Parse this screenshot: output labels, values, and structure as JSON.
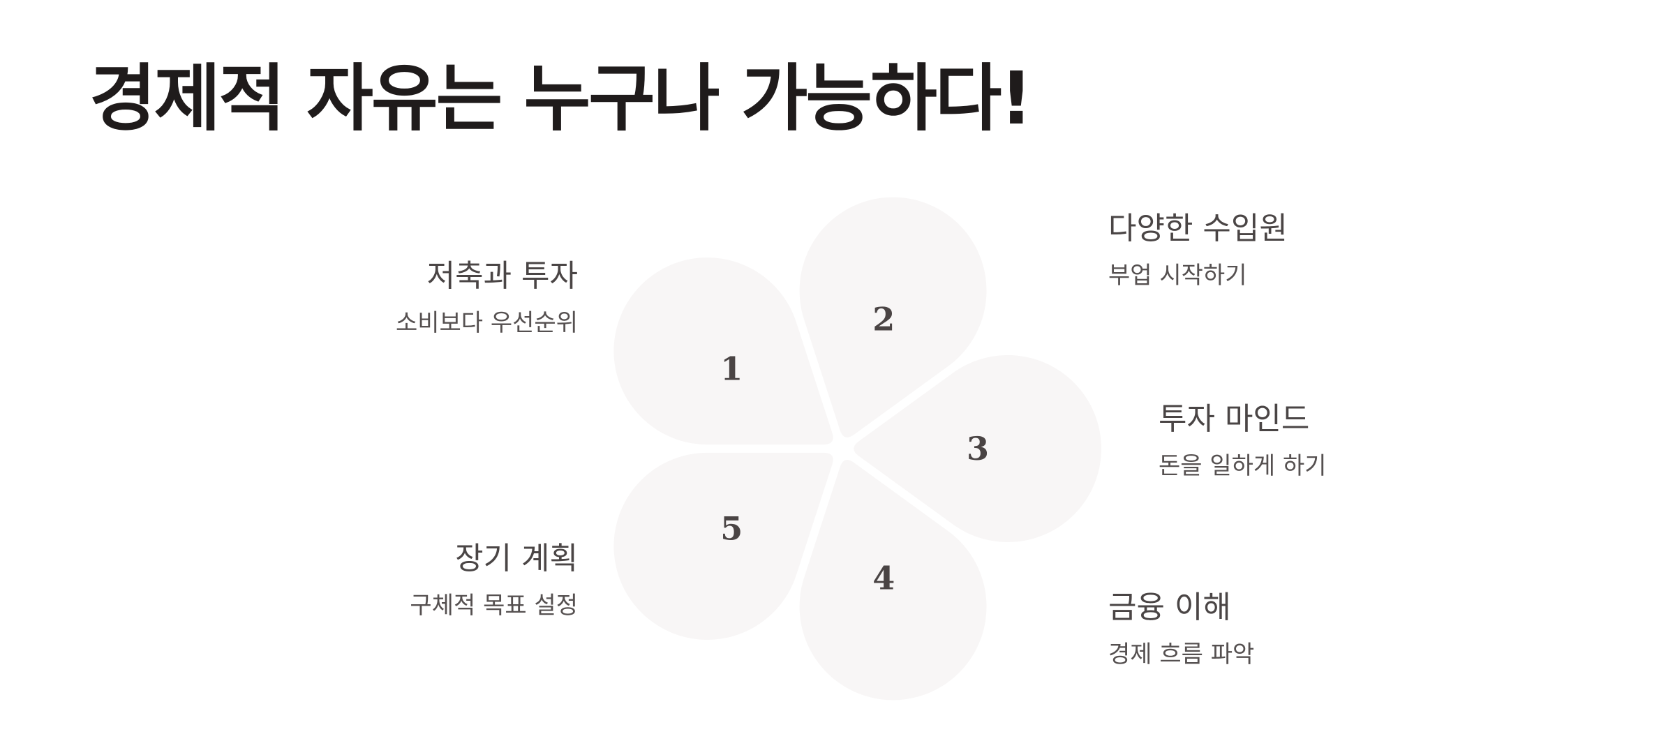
{
  "title": "경제적 자유는 누구나 가능하다!",
  "petals": [
    {
      "number": "1",
      "heading": "저축과 투자",
      "description": "소비보다 우선순위"
    },
    {
      "number": "2",
      "heading": "다양한 수입원",
      "description": "부업 시작하기"
    },
    {
      "number": "3",
      "heading": "투자 마인드",
      "description": "돈을 일하게 하기"
    },
    {
      "number": "4",
      "heading": "금융 이해",
      "description": "경제 흐름 파악"
    },
    {
      "number": "5",
      "heading": "장기 계획",
      "description": "구체적 목표 설정"
    }
  ]
}
